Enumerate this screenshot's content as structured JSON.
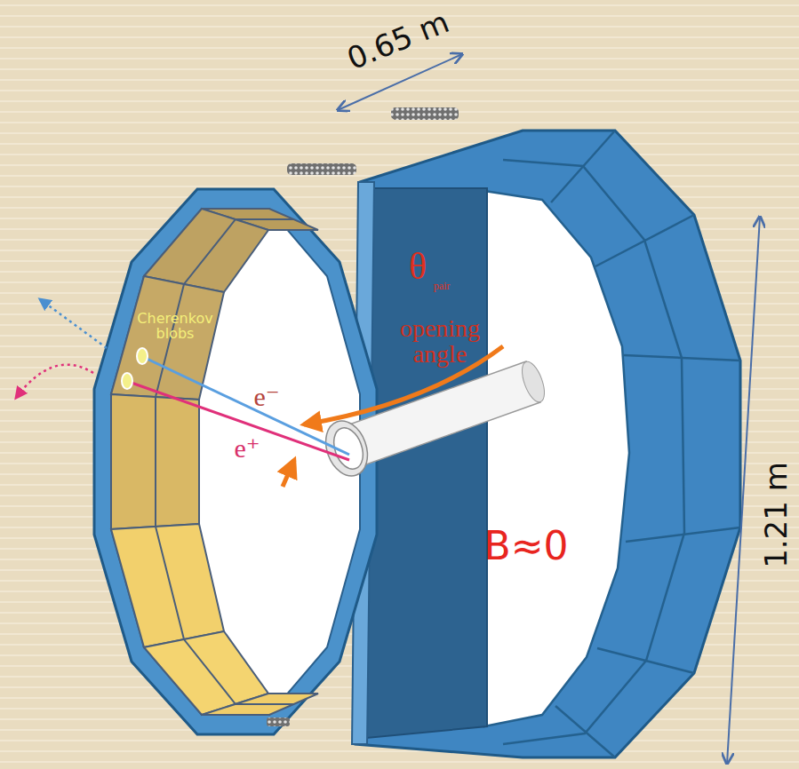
{
  "diagram": {
    "labels": [
      "0.65 m",
      "1.21 m",
      "Cherenkov blobs",
      "e⁻",
      "e⁺",
      "θ",
      "pair",
      "opening angle",
      "B≈0"
    ]
  }
}
